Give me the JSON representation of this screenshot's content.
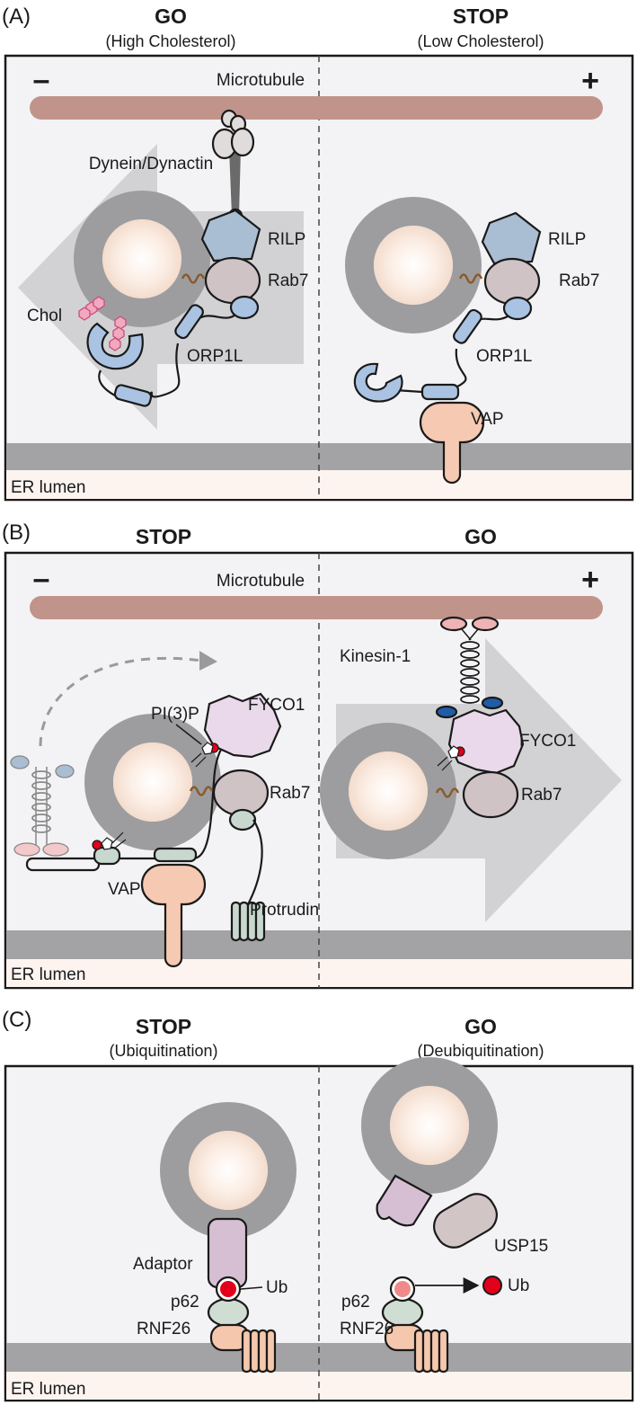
{
  "panels": {
    "a": {
      "label": "(A)",
      "left_title": "GO",
      "left_sub": "(High Cholesterol)",
      "right_title": "STOP",
      "right_sub": "(Low Cholesterol)",
      "minus": "–",
      "plus": "+",
      "microtubule": "Microtubule",
      "dynein": "Dynein/Dynactin",
      "rilp_left": "RILP",
      "rilp_right": "RILP",
      "rab7_left": "Rab7",
      "rab7_right": "Rab7",
      "chol": "Chol",
      "orp1l_left": "ORP1L",
      "orp1l_right": "ORP1L",
      "vap": "VAP",
      "er_lumen": "ER lumen"
    },
    "b": {
      "label": "(B)",
      "left_title": "STOP",
      "right_title": "GO",
      "minus": "–",
      "plus": "+",
      "microtubule": "Microtubule",
      "kinesin": "Kinesin-1",
      "pi3p": "PI(3)P",
      "fyco1_left": "FYCO1",
      "fyco1_right": "FYCO1",
      "rab7_left": "Rab7",
      "rab7_right": "Rab7",
      "vap": "VAP",
      "protrudin": "Protrudin",
      "er_lumen": "ER lumen"
    },
    "c": {
      "label": "(C)",
      "left_title": "STOP",
      "left_sub": "(Ubiquitination)",
      "right_title": "GO",
      "right_sub": "(Deubiquitination)",
      "adaptor": "Adaptor",
      "ub_left": "Ub",
      "ub_right": "Ub",
      "p62_left": "p62",
      "p62_right": "p62",
      "rnf26_left": "RNF26",
      "rnf26_right": "RNF26",
      "usp15": "USP15",
      "er_lumen": "ER lumen"
    }
  },
  "colors": {
    "panel_bg": "#f3f3f5",
    "microtubule": "#c0948a",
    "er_membrane": "#a3a3a5",
    "er_lumen": "#fdf4f0",
    "endosome_ring": "#9d9d9f",
    "arrow": "#d2d2d4",
    "rilp": "#a9bdd3",
    "rab7": "#cfc3c5",
    "orp1l": "#aac3e2",
    "vap": "#f5c9b2",
    "fyco1": "#e9d9eb",
    "protrudin": "#c8d8cf",
    "kinesin_head": "#f0b3b4",
    "kinesin_light": "#1f5da8",
    "adaptor": "#d6bfd3",
    "ub": "#e2001a",
    "p62": "#d0ddd2",
    "rnf26": "#f5c7ad",
    "usp15": "#d1c5c6",
    "coil": "#8a5a2b"
  }
}
